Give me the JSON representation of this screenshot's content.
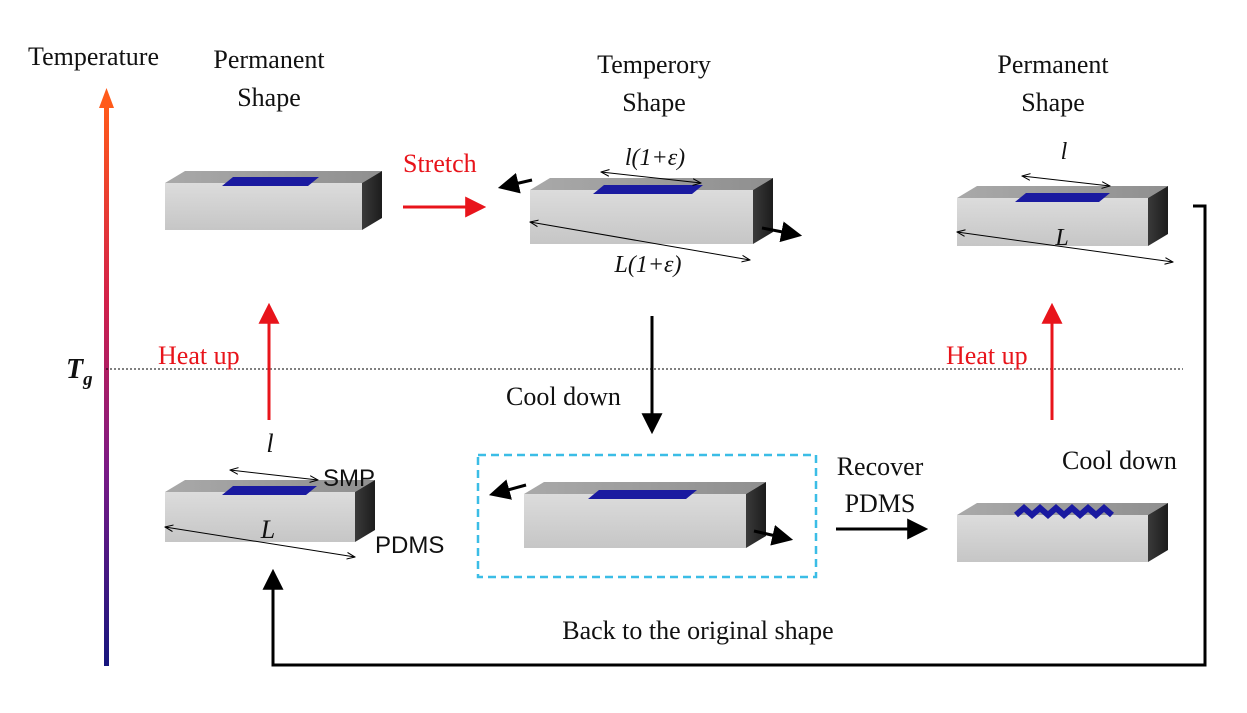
{
  "axis": {
    "label": "Temperature",
    "threshold_label_main": "T",
    "threshold_label_sub": "g"
  },
  "stages": {
    "permanent_left": {
      "line1": "Permanent",
      "line2": "Shape"
    },
    "temporary": {
      "line1": "Temperory",
      "line2": "Shape"
    },
    "permanent_right": {
      "line1": "Permanent",
      "line2": "Shape"
    }
  },
  "labels": {
    "stretch": "Stretch",
    "heat_up_left": "Heat up",
    "heat_up_right": "Heat up",
    "cool_down_center": "Cool down",
    "cool_down_right": "Cool down",
    "recover_line1": "Recover",
    "recover_line2": "PDMS",
    "back_to_original": "Back to the original shape",
    "smp": "SMP",
    "pdms": "PDMS",
    "dim_l_left": "l",
    "dim_L_left": "L",
    "dim_l_stretched": "l(1+ε)",
    "dim_L_stretched": "L(1+ε)",
    "dim_l_right": "l",
    "dim_L_right": "L"
  },
  "colors": {
    "red_accent": "#e8141b",
    "dashed_box": "#3bbde6",
    "smp_strip": "#1a1aa0",
    "axis_top": "#ff5a1a",
    "axis_bottom": "#16167e"
  }
}
